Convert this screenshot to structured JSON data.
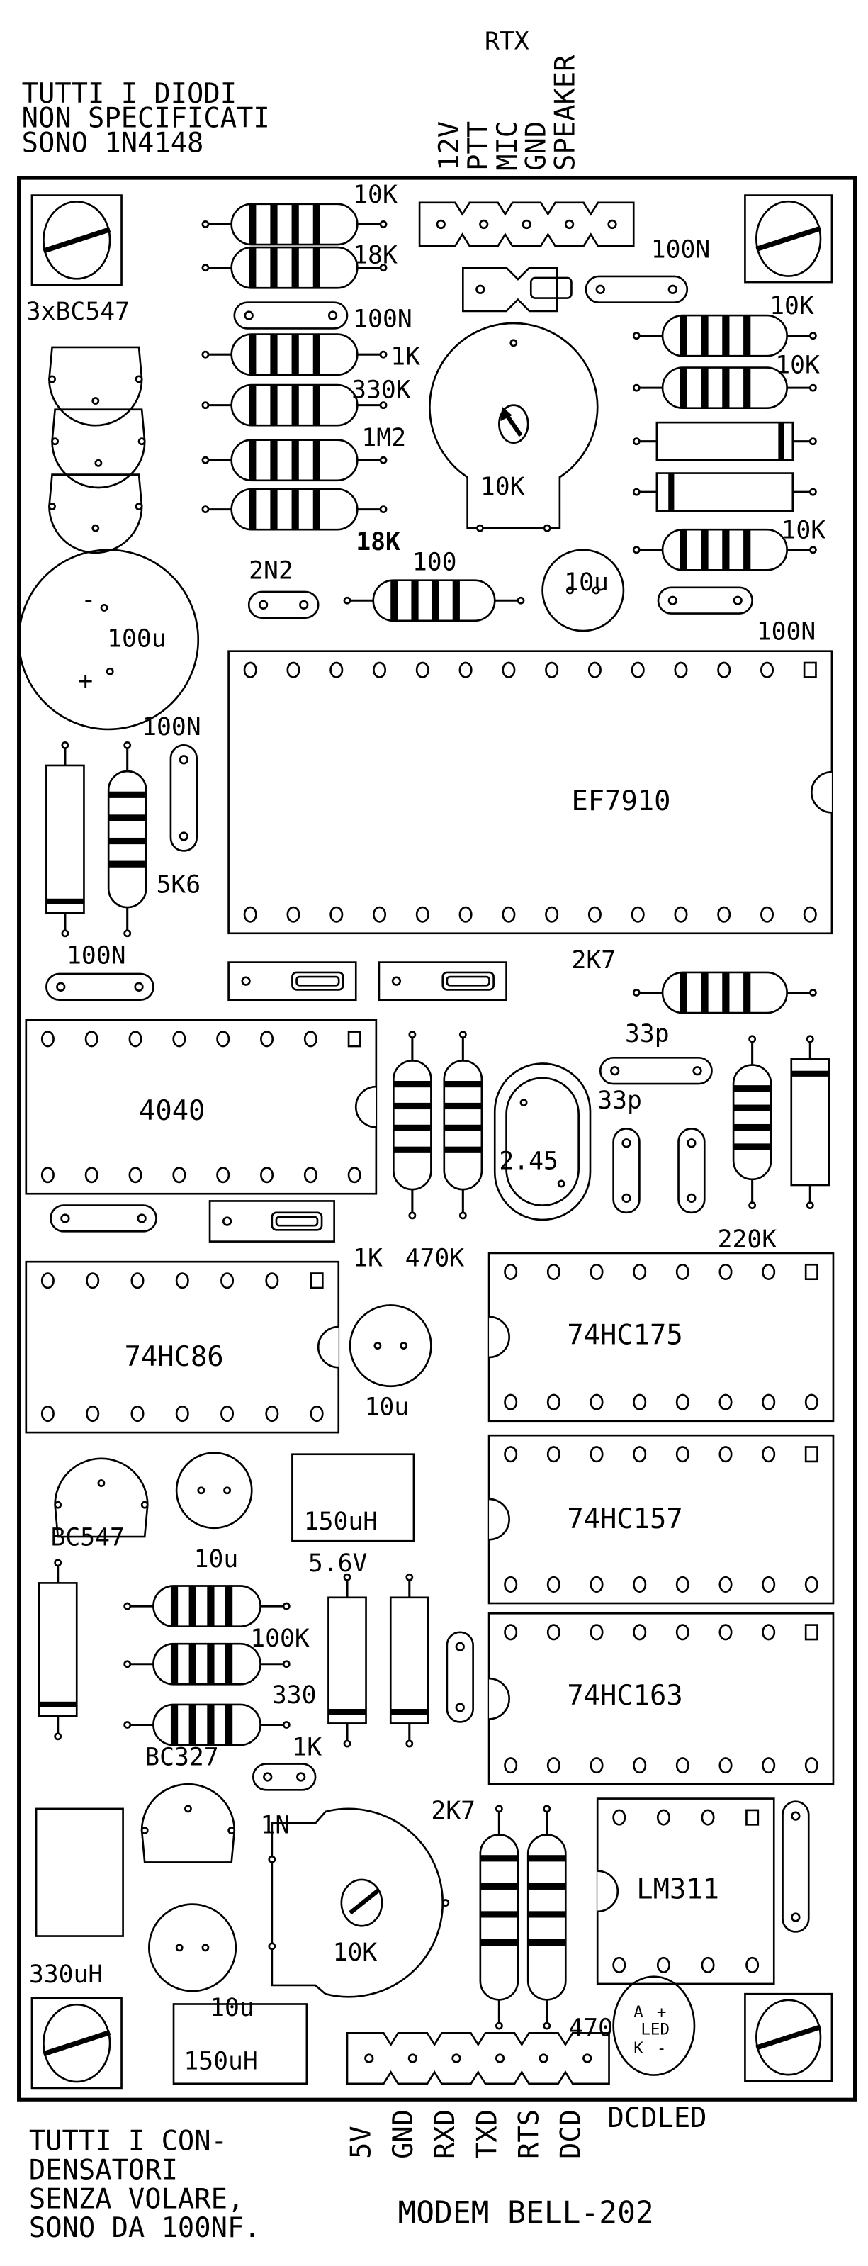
{
  "title": "MODEM BELL-202",
  "notes": {
    "diodes": [
      "TUTTI I DIODI",
      "NON SPECIFICATI",
      "SONO 1N4148"
    ],
    "capacitors": [
      "TUTTI I CON-",
      "DENSATORI",
      "SENZA VOLARE,",
      "SONO DA 100NF."
    ]
  },
  "rtx_connector": {
    "title": "RTX",
    "pins": [
      "12V",
      "PTT",
      "MIC",
      "GND",
      "SPEAKER"
    ]
  },
  "serial_connector": {
    "pins": [
      "5V",
      "GND",
      "RXD",
      "TXD",
      "RTS",
      "DCD"
    ],
    "led_label": "DCDLED"
  },
  "ics": {
    "ef7910": "EF7910",
    "c4040": "4040",
    "hc86": "74HC86",
    "hc175": "74HC175",
    "hc157": "74HC157",
    "hc163": "74HC163",
    "lm311": "LM311"
  },
  "components": {
    "r10k_a": "10K",
    "r18k_a": "18K",
    "c100n_a": "100N",
    "r1k_a": "1K",
    "r330k": "330K",
    "r1m2": "1M2",
    "r18k_b": "18K",
    "transistors_top": "3xBC547",
    "c100n_b": "100N",
    "r10k_b": "10K",
    "r10k_c": "10K",
    "r10k_d": "10K",
    "pot_top": "10K",
    "c2n2": "2N2",
    "r100": "100",
    "c10u_a": "10u",
    "c100n_c": "100N",
    "c100u": "100u",
    "c100n_d": "100N",
    "r5k6": "5K6",
    "c100n_e": "100N",
    "r2k7_a": "2K7",
    "c33p_a": "33p",
    "c33p_b": "33p",
    "r1k_b": "1K",
    "r470k": "470K",
    "xtal": "2.45",
    "r220k": "220K",
    "c10u_b": "10u",
    "bc547": "BC547",
    "c10u_c": "10u",
    "l150uh_a": "150uH",
    "z5v6": "5.6V",
    "r100k": "100K",
    "r330": "330",
    "bc327": "BC327",
    "r1k_c": "1K",
    "c1n": "1N",
    "l330uh": "330uH",
    "c10u_d": "10u",
    "pot_bottom": "10K",
    "r2k7_b": "2K7",
    "r470": "470",
    "l150uh_b": "150uH",
    "led": {
      "label": "LED",
      "anode": "A",
      "cathode": "K",
      "plus": "+",
      "minus": "-"
    },
    "cap_plus": "+",
    "cap_minus": "-"
  }
}
